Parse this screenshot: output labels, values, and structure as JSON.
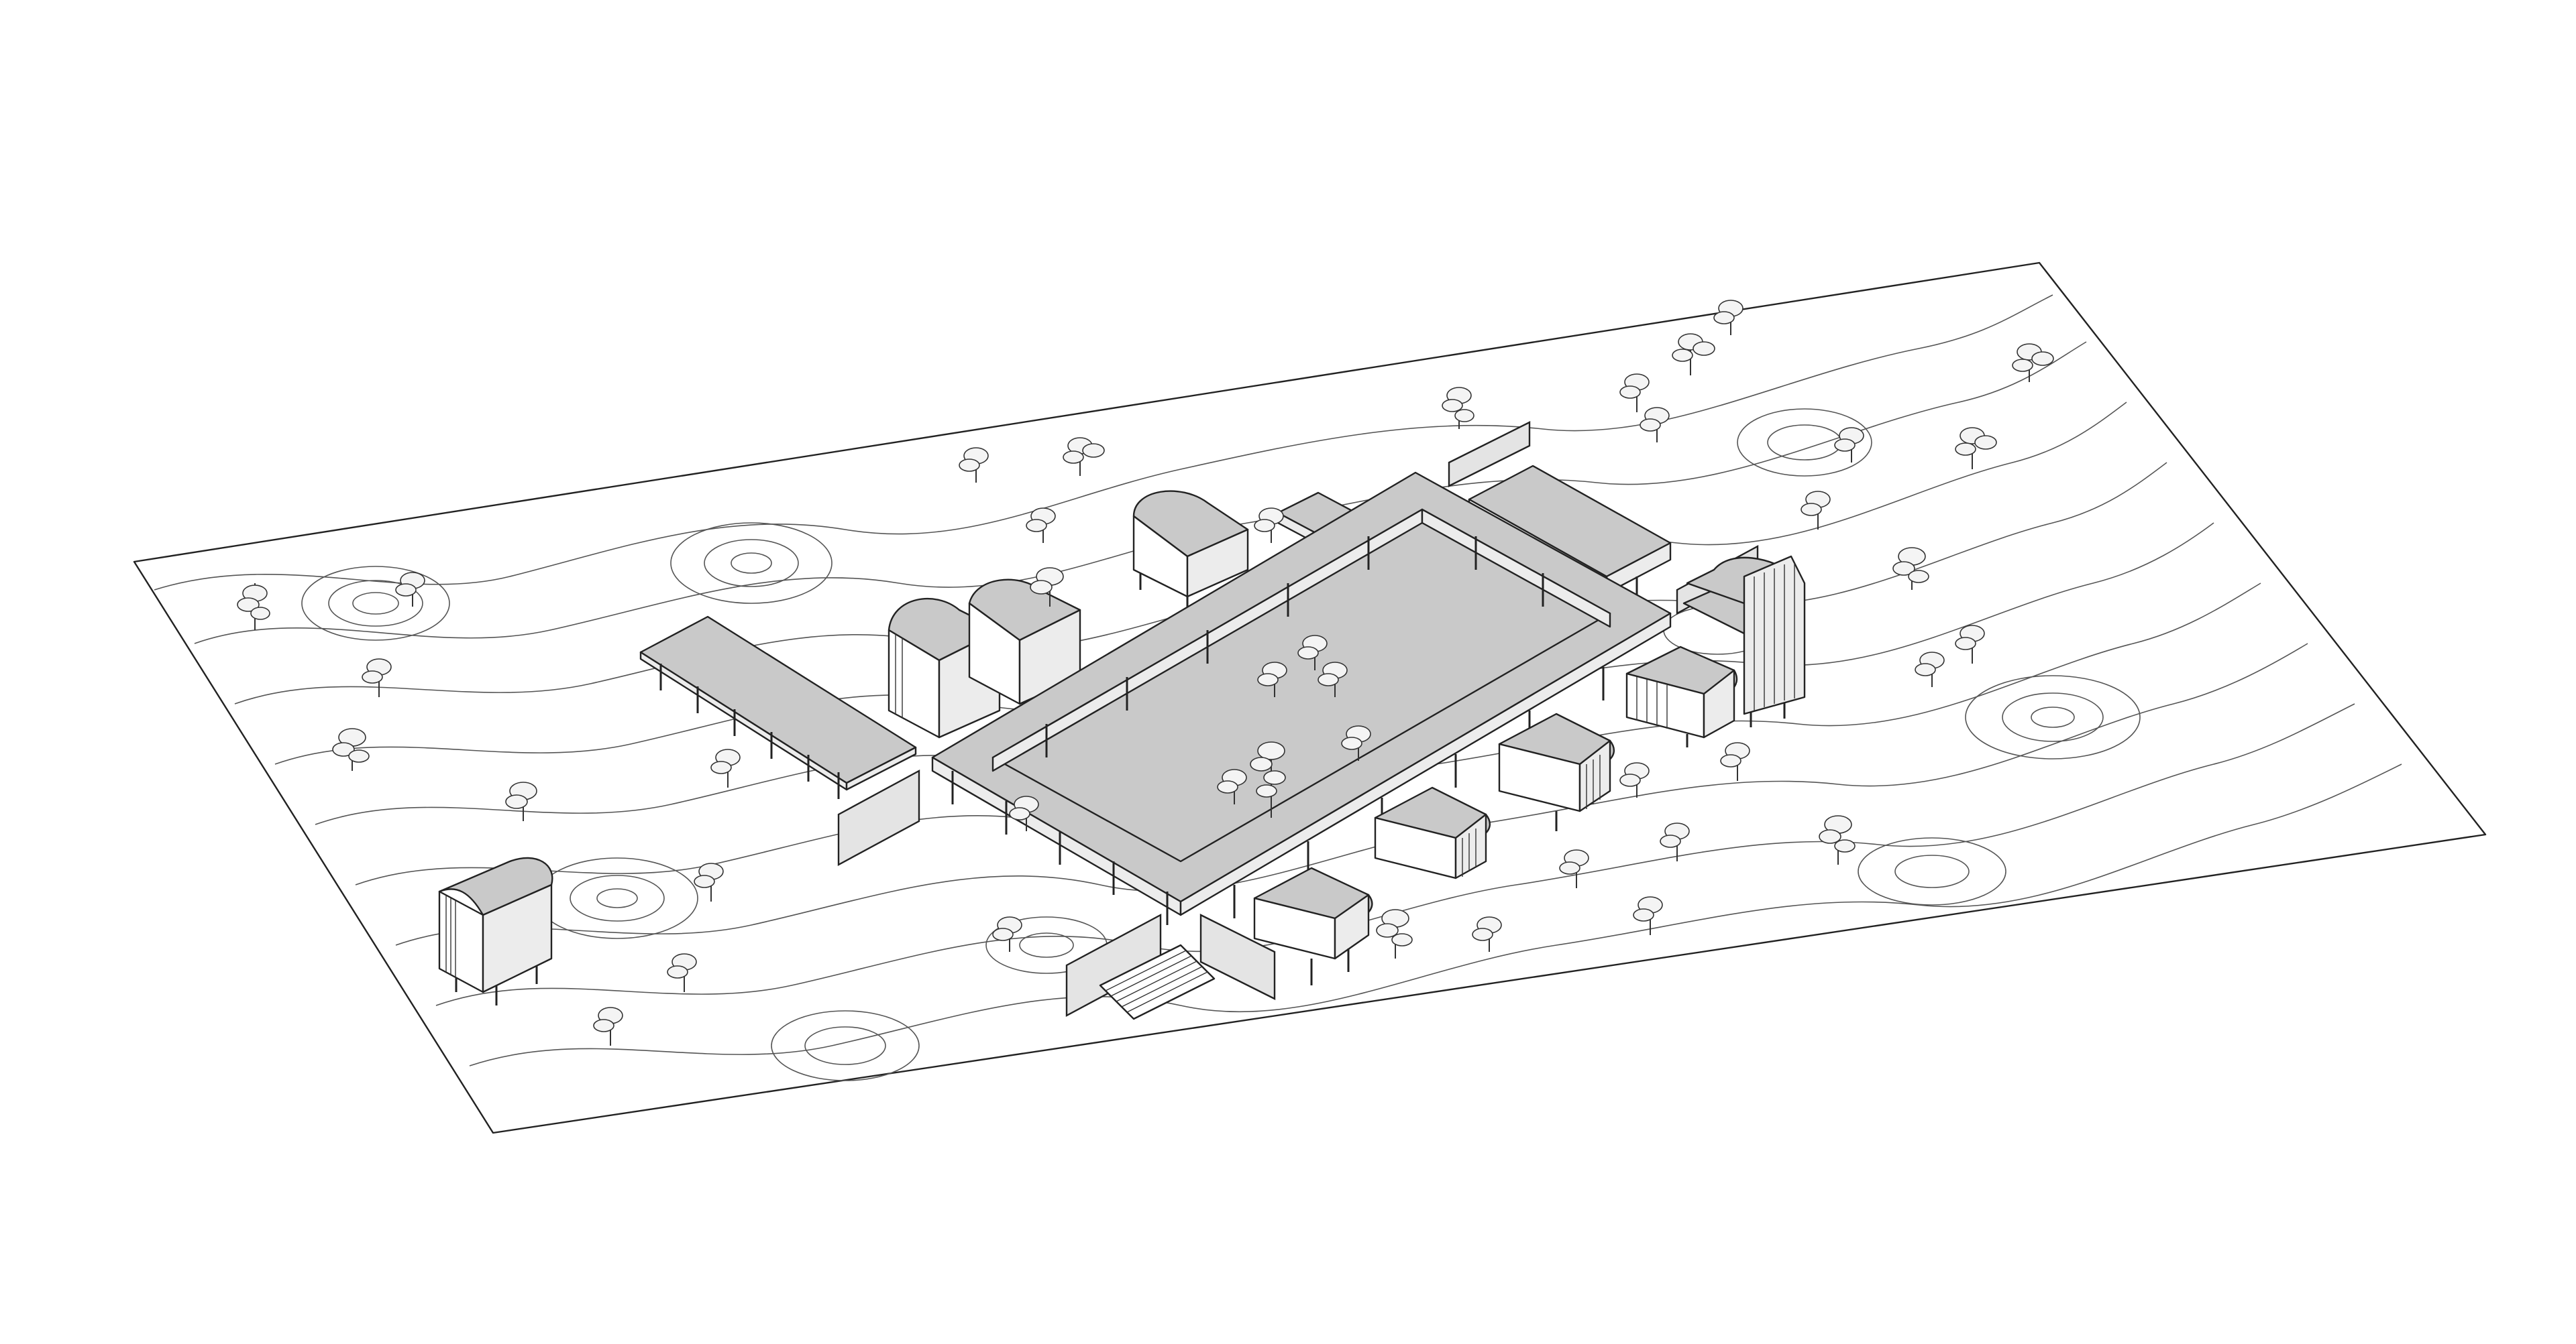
{
  "drawing": {
    "kind": "axonometric site plan",
    "colors": {
      "line": "#222222",
      "roof": "#c9c9c9",
      "shade": "#ececec",
      "background": "#ffffff"
    },
    "elements": [
      "terrain-plane",
      "topographic-contours",
      "elevated-walkway-loop",
      "pavilion-volumes",
      "long-canopy-roof",
      "entry-stair",
      "trees"
    ]
  }
}
